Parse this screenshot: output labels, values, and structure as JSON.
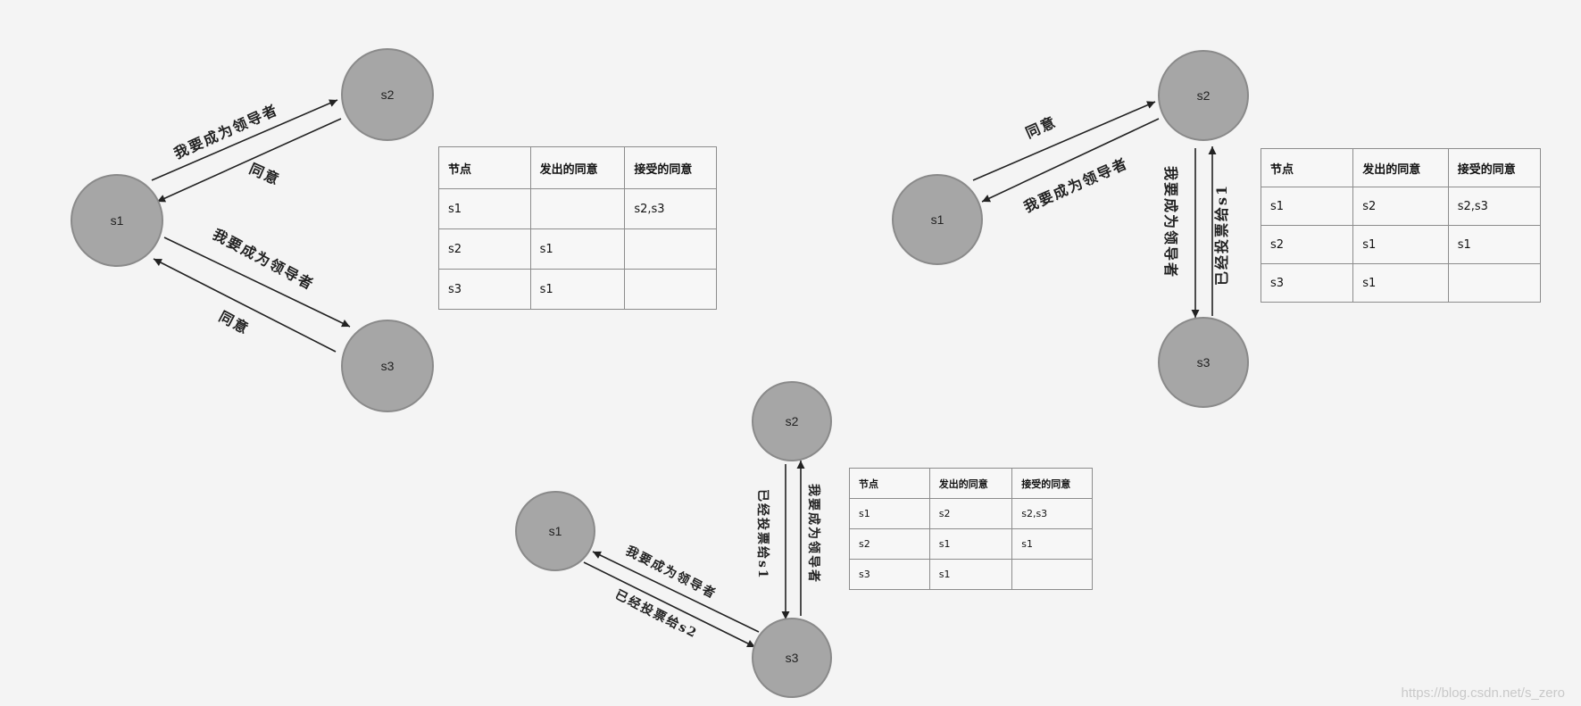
{
  "diagram1": {
    "nodes": {
      "s1": "s1",
      "s2": "s2",
      "s3": "s3"
    },
    "edge_labels": {
      "s1_to_s2": "我要成为领导者",
      "s2_to_s1": "同意",
      "s1_to_s3": "我要成为领导者",
      "s3_to_s1": "同意"
    },
    "table": {
      "headers": [
        "节点",
        "发出的同意",
        "接受的同意"
      ],
      "rows": [
        [
          "s1",
          "",
          "s2,s3"
        ],
        [
          "s2",
          "s1",
          ""
        ],
        [
          "s3",
          "s1",
          ""
        ]
      ]
    }
  },
  "diagram2": {
    "nodes": {
      "s1": "s1",
      "s2": "s2",
      "s3": "s3"
    },
    "edge_labels": {
      "s1_to_s2": "同意",
      "s2_to_s1": "我要成为领导者",
      "s2_to_s3": "我要成为领导者",
      "s3_to_s2": "已经投票给s1"
    },
    "table": {
      "headers": [
        "节点",
        "发出的同意",
        "接受的同意"
      ],
      "rows": [
        [
          "s1",
          "s2",
          "s2,s3"
        ],
        [
          "s2",
          "s1",
          "s1"
        ],
        [
          "s3",
          "s1",
          ""
        ]
      ]
    }
  },
  "diagram3": {
    "nodes": {
      "s1": "s1",
      "s2": "s2",
      "s3": "s3"
    },
    "edge_labels": {
      "s2_to_s3": "已经投票给s1",
      "s3_to_s2": "我要成为领导者",
      "s3_to_s1": "我要成为领导者",
      "s1_to_s3": "已经投票给s2"
    },
    "table": {
      "headers": [
        "节点",
        "发出的同意",
        "接受的同意"
      ],
      "rows": [
        [
          "s1",
          "s2",
          "s2,s3"
        ],
        [
          "s2",
          "s1",
          "s1"
        ],
        [
          "s3",
          "s1",
          ""
        ]
      ]
    }
  },
  "watermark": "https://blog.csdn.net/s_zero",
  "colors": {
    "node_fill": "#a6a6a6",
    "line": "#222222",
    "background": "#f4f4f4"
  }
}
